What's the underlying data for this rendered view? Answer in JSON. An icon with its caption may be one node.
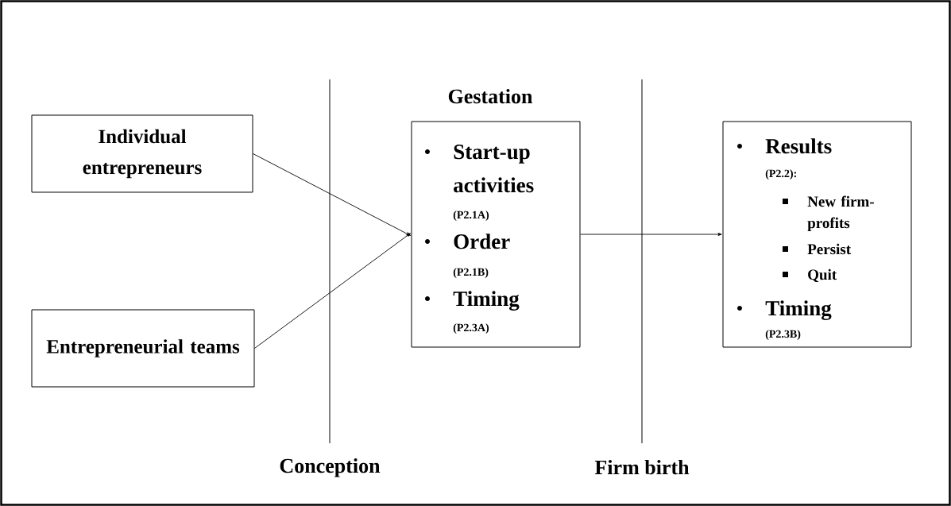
{
  "diagram": {
    "nodes": [
      {
        "text": [
          "Individual entrepreneurs"
        ]
      },
      {
        "text": [
          "Entrepreneurial teams"
        ]
      },
      {
        "text": [
          "Gestation",
          "Start-up activities",
          "(P2.1A)",
          "Order",
          "(P2.1B)",
          "Timing",
          "(P2.3A)"
        ]
      },
      {
        "text": [
          "Results",
          "(P2.2):",
          "New firm-profits",
          "Persist",
          "Quit",
          "Timing",
          "(P2.3B)"
        ]
      }
    ],
    "edges": [
      {
        "from": 0,
        "to": 2,
        "arrow": "to"
      },
      {
        "from": 1,
        "to": 2,
        "arrow": "to"
      },
      {
        "from": 2,
        "to": 3,
        "arrow": "to"
      }
    ],
    "labels": [
      "Conception",
      "Firm birth"
    ]
  }
}
